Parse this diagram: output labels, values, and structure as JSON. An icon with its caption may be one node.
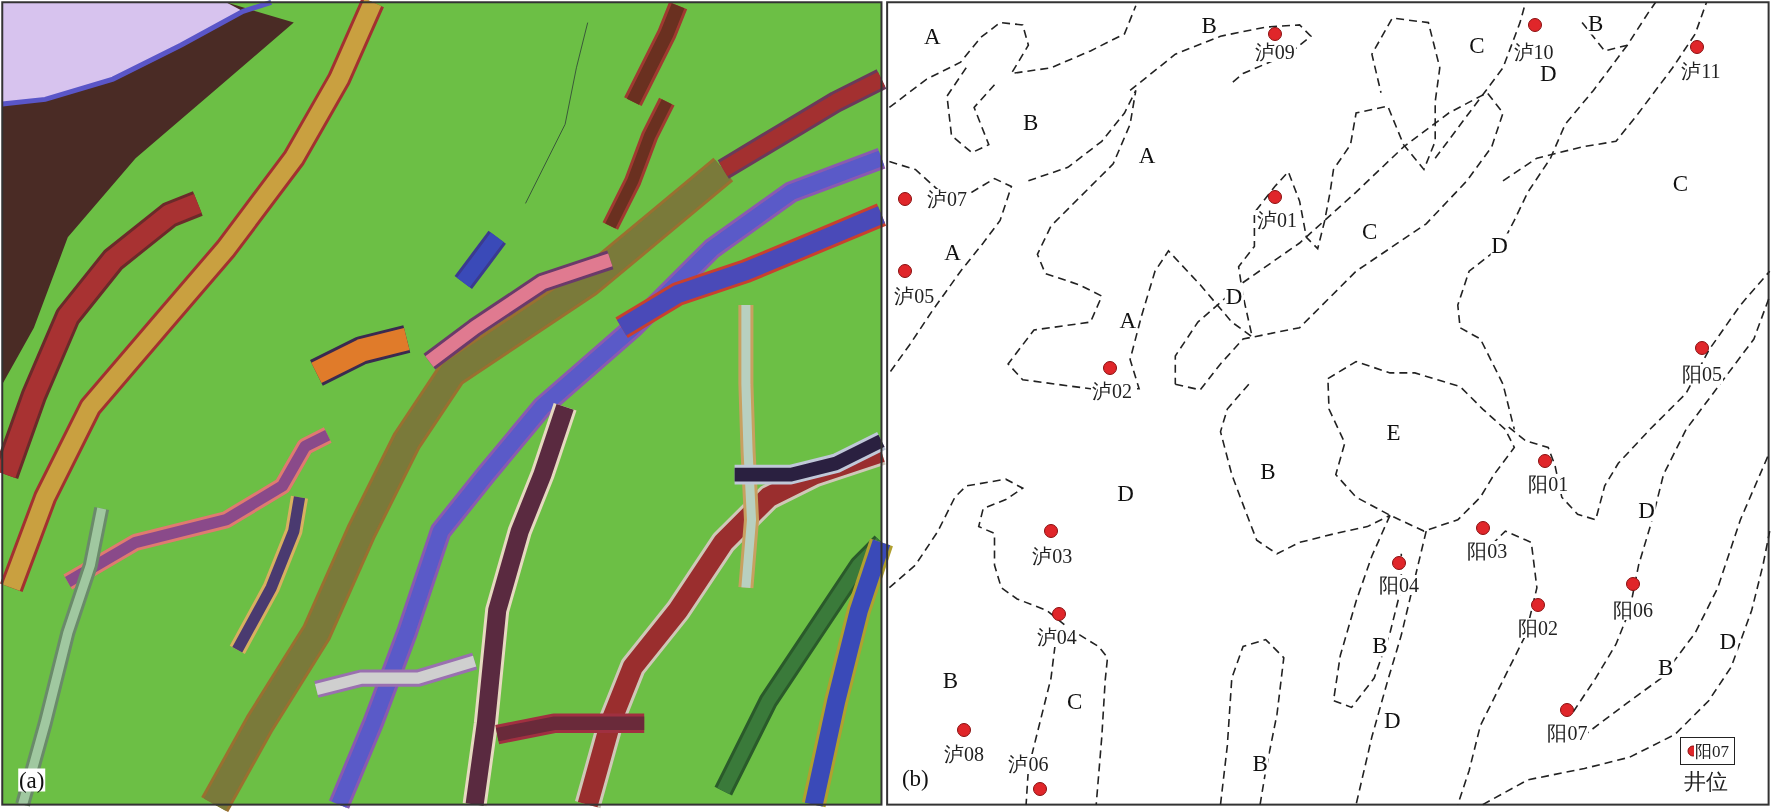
{
  "diagram": {
    "labels": [
      "(a)",
      "B",
      "B",
      "泸10",
      "泸09",
      "A",
      "C",
      "泸11",
      "D",
      "B",
      "A",
      "C",
      "泸07",
      "泸01",
      "C",
      "D",
      "A",
      "泸05",
      "D",
      "A",
      "阳05",
      "泸02",
      "E",
      "B",
      "阳01",
      "D",
      "D",
      "阳03",
      "泸03",
      "阳04",
      "阳06",
      "阳02",
      "泸04",
      "D",
      "B",
      "B",
      "B",
      "C",
      "D",
      "阳07",
      "泸08",
      "B",
      "泸06",
      "(b)",
      "阳07"
    ],
    "legend": [
      {
        "text": "井位"
      }
    ]
  }
}
